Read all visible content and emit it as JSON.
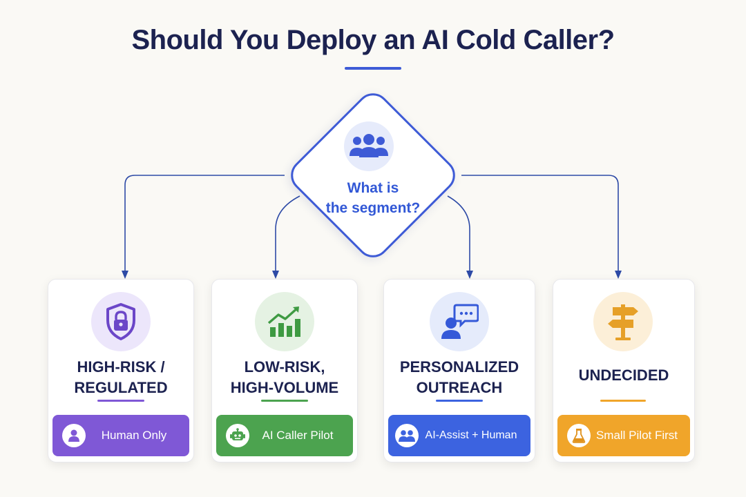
{
  "title": "Should You Deploy an AI Cold Caller?",
  "decision": {
    "question_line1": "What is",
    "question_line2": "the segment?",
    "icon": "users-group-icon"
  },
  "branches": [
    {
      "title_line1": "HIGH-RISK /",
      "title_line2": "REGULATED",
      "icon": "shield-lock-icon",
      "action_label": "Human Only",
      "action_icon": "person-icon",
      "color": "#7f58d6"
    },
    {
      "title_line1": "LOW-RISK,",
      "title_line2": "HIGH-VOLUME",
      "icon": "growth-chart-icon",
      "action_label": "AI Caller Pilot",
      "action_icon": "robot-icon",
      "color": "#4ca34f"
    },
    {
      "title_line1": "PERSONALIZED",
      "title_line2": "OUTREACH",
      "icon": "person-chat-icon",
      "action_label": "AI-Assist + Human",
      "action_icon": "people-pair-icon",
      "color": "#3c63e0"
    },
    {
      "title_line1": "UNDECIDED",
      "title_line2": "",
      "icon": "signpost-icon",
      "action_label": "Small Pilot First",
      "action_icon": "flask-icon",
      "color": "#f0a52a"
    }
  ]
}
